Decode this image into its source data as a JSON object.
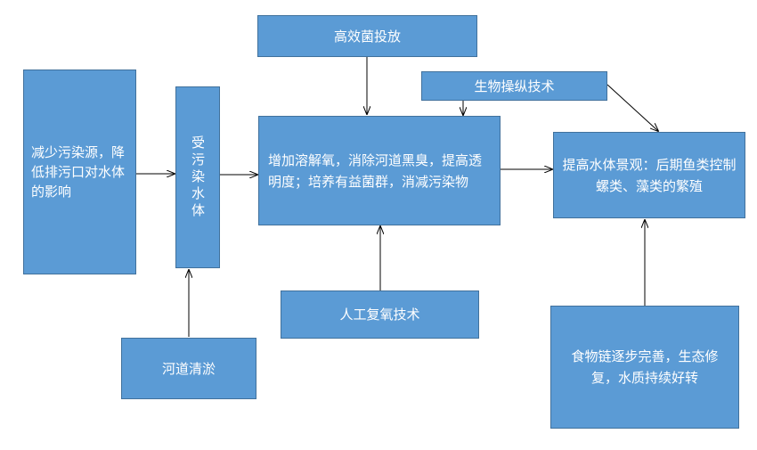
{
  "diagram": {
    "boxes": {
      "reduce_pollution": "减少污染源，降低排污口对水体的影响",
      "polluted_water": "受污染水体",
      "high_efficiency_bacteria": "高效菌投放",
      "biological_manipulation": "生物操纵技术",
      "center_process": "增加溶解氧，消除河道黑臭，提高透明度；培养有益菌群，消减污染物",
      "landscape": "提高水体景观：后期鱼类控制螺类、藻类的繁殖",
      "artificial_aeration": "人工复氧技术",
      "river_dredging": "河道清淤",
      "food_chain": "食物链逐步完善，生态修复，水质持续好转"
    }
  }
}
